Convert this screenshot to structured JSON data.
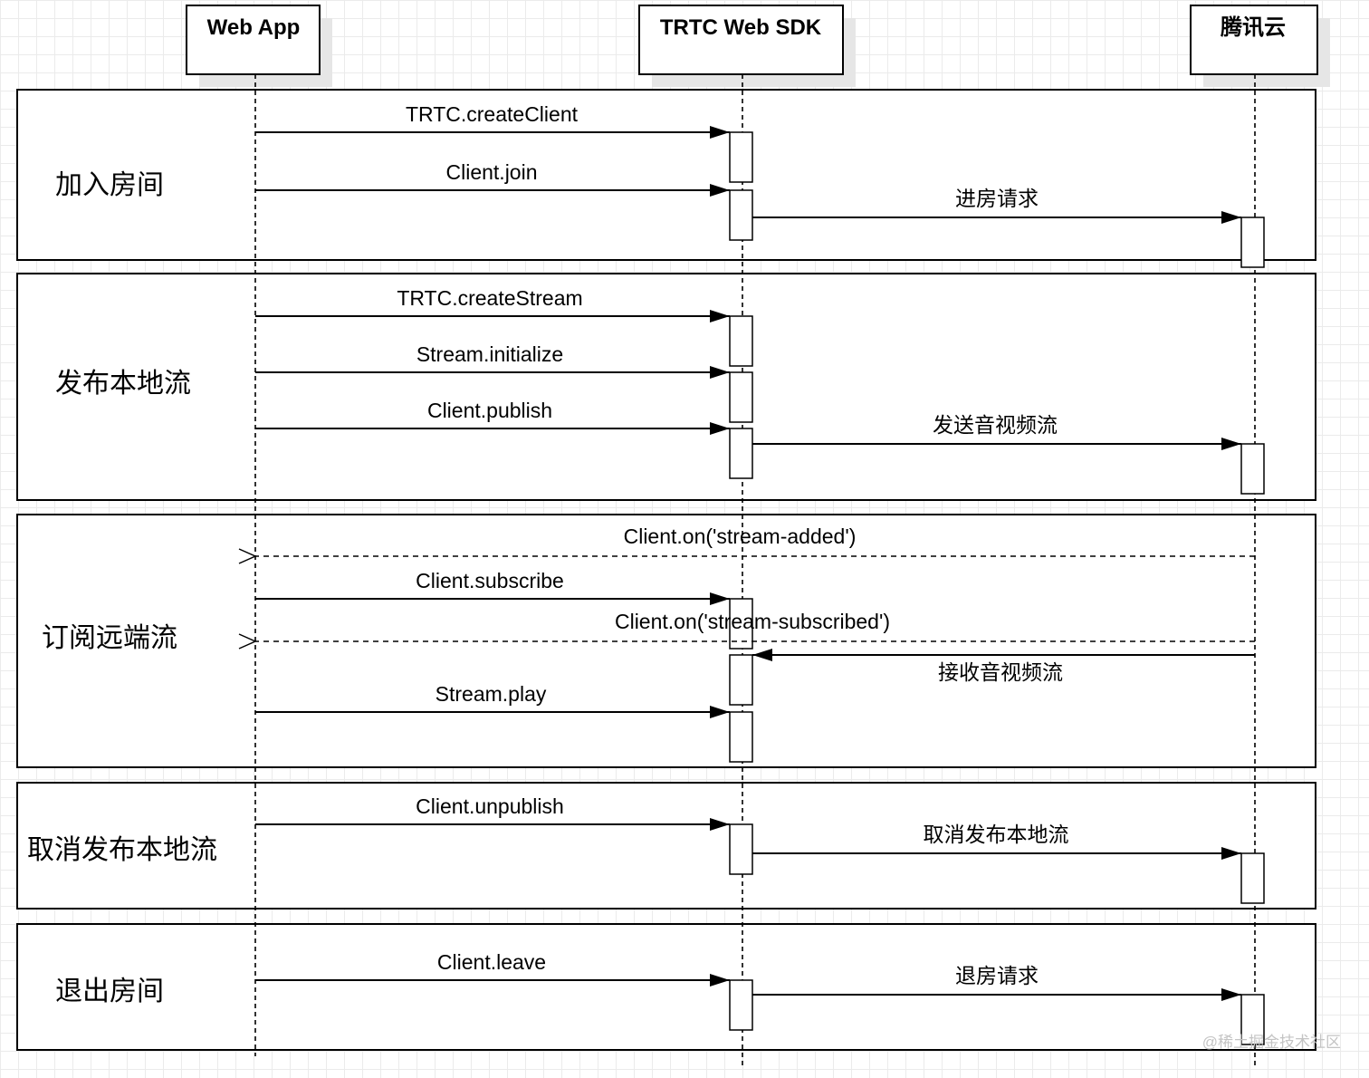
{
  "participants": {
    "web_app": "Web App",
    "sdk": "TRTC Web SDK",
    "cloud": "腾讯云"
  },
  "sections": {
    "join": "加入房间",
    "publish": "发布本地流",
    "subscribe": "订阅远端流",
    "unpublish": "取消发布本地流",
    "leave": "退出房间"
  },
  "messages": {
    "create_client": "TRTC.createClient",
    "client_join": "Client.join",
    "join_request": "进房请求",
    "create_stream": "TRTC.createStream",
    "stream_initialize": "Stream.initialize",
    "client_publish": "Client.publish",
    "send_av_stream": "发送音视频流",
    "stream_added": "Client.on('stream-added')",
    "client_subscribe": "Client.subscribe",
    "stream_subscribed": "Client.on('stream-subscribed')",
    "receive_av_stream": "接收音视频流",
    "stream_play": "Stream.play",
    "client_unpublish": "Client.unpublish",
    "unpublish_request": "取消发布本地流",
    "client_leave": "Client.leave",
    "leave_request": "退房请求"
  },
  "watermark": "@稀土掘金技术社区"
}
